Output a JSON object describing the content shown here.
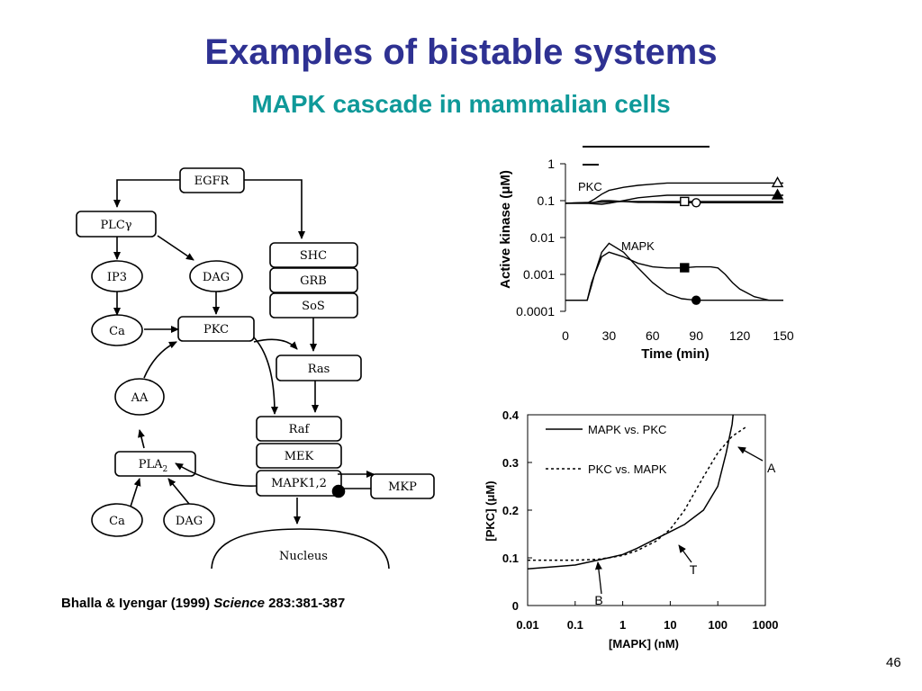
{
  "slide": {
    "title": "Examples of bistable systems",
    "subtitle": "MAPK cascade in mammalian cells",
    "citation": {
      "authors": "Bhalla & Iyengar (1999)",
      "journal": "Science",
      "ref": "283:381-387"
    },
    "page_number": "46"
  },
  "diagram": {
    "nodes": {
      "egfr": "EGFR",
      "plcg": "PLCγ",
      "ip3": "IP3",
      "dag": "DAG",
      "ca": "Ca",
      "pkc": "PKC",
      "shc": "SHC",
      "grb": "GRB",
      "sos": "SoS",
      "ras": "Ras",
      "aa": "AA",
      "pla2": "PLA",
      "pla2_sub": "2",
      "raf": "Raf",
      "mek": "MEK",
      "mapk": "MAPK1,2",
      "mkp": "MKP",
      "ca2": "Ca",
      "dag2": "DAG",
      "nucleus": "Nucleus"
    }
  },
  "chart_data": [
    {
      "type": "line",
      "xlabel": "Time (min)",
      "ylabel": "Active kinase (μM)",
      "x_scale": "linear",
      "y_scale": "log",
      "xlim": [
        0,
        150
      ],
      "ylim": [
        0.0001,
        1
      ],
      "x_ticks": [
        "0",
        "30",
        "60",
        "90",
        "120",
        "150"
      ],
      "y_ticks": [
        "1",
        "0.1",
        "0.01",
        "0.001",
        "0.0001"
      ],
      "annotations": [
        "PKC",
        "MAPK"
      ],
      "series": [
        {
          "x": [
            0,
            16,
            20,
            25,
            30,
            40,
            50,
            60,
            70,
            90,
            110,
            130,
            150
          ],
          "y": [
            0.085,
            0.09,
            0.11,
            0.15,
            0.19,
            0.23,
            0.26,
            0.28,
            0.3,
            0.3,
            0.3,
            0.3,
            0.3
          ],
          "marker": "triangle-open"
        },
        {
          "x": [
            0,
            15,
            20,
            25,
            30,
            40,
            50,
            60,
            70,
            80,
            90,
            100,
            110,
            130,
            150
          ],
          "y": [
            0.085,
            0.085,
            0.082,
            0.08,
            0.085,
            0.1,
            0.12,
            0.13,
            0.14,
            0.14,
            0.14,
            0.14,
            0.14,
            0.14,
            0.14
          ],
          "marker": "triangle-filled"
        },
        {
          "x": [
            0,
            20,
            40,
            60,
            80,
            100,
            120,
            150
          ],
          "y": [
            0.085,
            0.09,
            0.095,
            0.095,
            0.095,
            0.095,
            0.095,
            0.095
          ],
          "marker": "square-open"
        },
        {
          "x": [
            0,
            15,
            20,
            25,
            30,
            40,
            50,
            60,
            80,
            100,
            120,
            150
          ],
          "y": [
            0.085,
            0.085,
            0.09,
            0.1,
            0.1,
            0.095,
            0.09,
            0.09,
            0.088,
            0.088,
            0.088,
            0.088
          ],
          "marker": "circle-open"
        },
        {
          "x": [
            0,
            15,
            18,
            20,
            25,
            30,
            40,
            50,
            60,
            70,
            80,
            90,
            100,
            105,
            110,
            115,
            120,
            130,
            140,
            150
          ],
          "y": [
            0.0002,
            0.0002,
            0.0005,
            0.001,
            0.003,
            0.004,
            0.003,
            0.002,
            0.0016,
            0.0015,
            0.0015,
            0.0016,
            0.0016,
            0.0015,
            0.001,
            0.0006,
            0.0004,
            0.00025,
            0.0002,
            0.0002
          ],
          "marker": "square-filled"
        },
        {
          "x": [
            0,
            15,
            18,
            20,
            25,
            30,
            40,
            50,
            60,
            70,
            80,
            90,
            100,
            120,
            150
          ],
          "y": [
            0.0002,
            0.0002,
            0.0006,
            0.001,
            0.004,
            0.007,
            0.004,
            0.0015,
            0.0006,
            0.0003,
            0.00022,
            0.0002,
            0.0002,
            0.0002,
            0.0002
          ],
          "marker": "circle-filled"
        }
      ]
    },
    {
      "type": "line",
      "xlabel": "[MAPK] (nM)",
      "ylabel": "[PKC] (μM)",
      "x_scale": "log",
      "y_scale": "linear",
      "xlim": [
        0.01,
        1000
      ],
      "ylim": [
        0,
        0.4
      ],
      "x_ticks": [
        "0.01",
        "0.1",
        "1",
        "10",
        "100",
        "1000"
      ],
      "y_ticks": [
        "0.4",
        "0.3",
        "0.2",
        "0.1",
        "0"
      ],
      "legend": [
        "MAPK vs. PKC",
        "PKC vs. MAPK"
      ],
      "legend_position": "top-right",
      "annotations": [
        "A",
        "B",
        "T"
      ],
      "series": [
        {
          "name": "MAPK vs. PKC",
          "style": "solid",
          "x": [
            0.01,
            0.1,
            0.5,
            1,
            2,
            5,
            10,
            20,
            50,
            100,
            150,
            200,
            210
          ],
          "y": [
            0.077,
            0.085,
            0.1,
            0.107,
            0.12,
            0.14,
            0.155,
            0.17,
            0.2,
            0.25,
            0.32,
            0.38,
            0.4
          ]
        },
        {
          "name": "PKC vs. MAPK",
          "style": "dashed",
          "x": [
            0.01,
            0.1,
            0.3,
            0.5,
            1,
            2,
            5,
            10,
            20,
            50,
            100,
            200,
            400
          ],
          "y": [
            0.095,
            0.095,
            0.097,
            0.1,
            0.105,
            0.115,
            0.135,
            0.16,
            0.2,
            0.27,
            0.32,
            0.355,
            0.375
          ]
        }
      ]
    }
  ]
}
